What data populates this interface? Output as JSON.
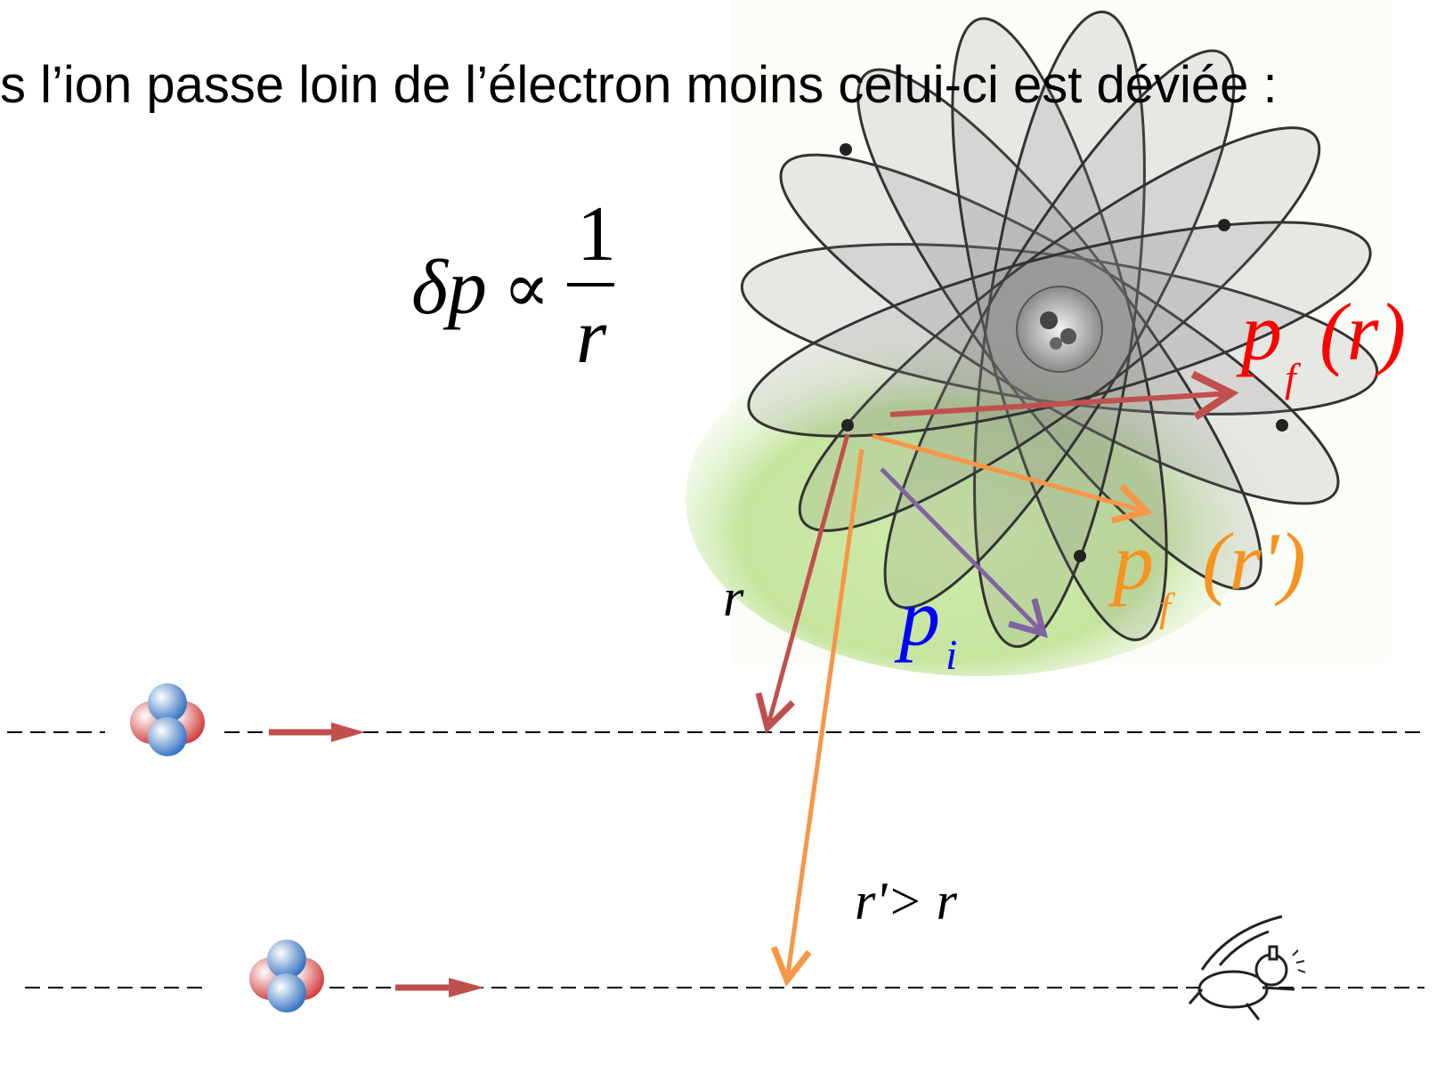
{
  "headline": "s l’ion passe loin de l’électron moins celui-ci est déviée :",
  "formula": {
    "lhs": "δp",
    "relation": "∝",
    "numerator": "1",
    "denominator": "r"
  },
  "labels": {
    "pf_r": {
      "base": "p",
      "sub": "f",
      "arg": "(r)",
      "color": "#ff0000"
    },
    "pf_rprime": {
      "base": "p",
      "sub": "f",
      "arg": "(r')",
      "color": "#f7931e"
    },
    "pi": {
      "base": "p",
      "sub": "i",
      "color": "#0000ff"
    },
    "r": "r",
    "rprime_gt_r": "r'> r"
  },
  "colors": {
    "red_arrow": "#c0504d",
    "orange_arrow": "#f79646",
    "purple_arrow": "#8064a2",
    "atom_green": "#9fd46a"
  },
  "icons": [
    "atom-icon",
    "ion-icon",
    "ion-icon",
    "cartoon-scientist-icon"
  ]
}
